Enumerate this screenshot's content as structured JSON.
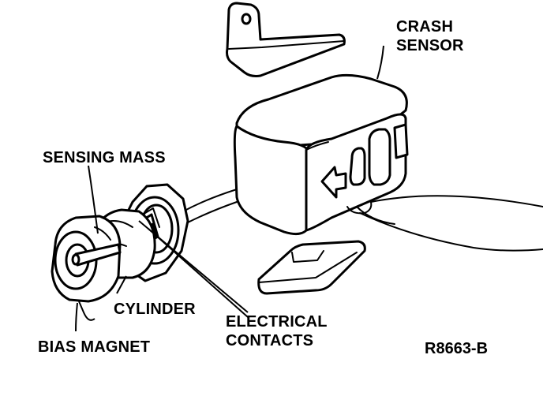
{
  "labels": {
    "crash_sensor_line1": "CRASH",
    "crash_sensor_line2": "SENSOR",
    "sensing_mass": "SENSING MASS",
    "cylinder": "CYLINDER",
    "electrical_contacts_line1": "ELECTRICAL",
    "electrical_contacts_line2": "CONTACTS",
    "bias_magnet": "BIAS MAGNET"
  },
  "figure_code": "R8663-B",
  "colors": {
    "ink": "#000000",
    "paper": "#ffffff"
  }
}
